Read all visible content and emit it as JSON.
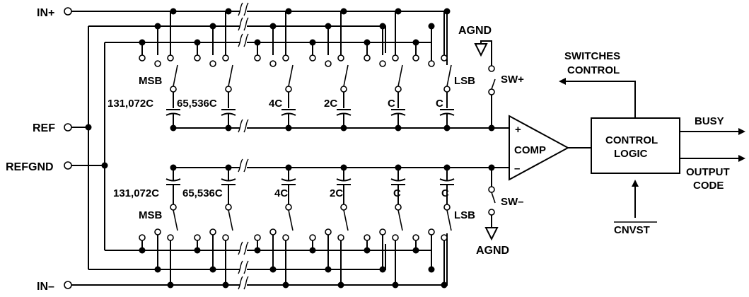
{
  "pins": {
    "in_plus": "IN+",
    "ref": "REF",
    "refgnd": "REFGND",
    "in_minus": "IN–"
  },
  "ground_top": "AGND",
  "ground_bottom": "AGND",
  "switches": {
    "sw_plus": "SW+",
    "sw_minus": "SW–",
    "msb": "MSB",
    "lsb": "LSB"
  },
  "capacitors": [
    "131,072C",
    "65,536C",
    "4C",
    "2C",
    "C",
    "C"
  ],
  "comparator": {
    "label": "COMP",
    "plus": "+",
    "minus": "–"
  },
  "control": {
    "line1": "CONTROL",
    "line2": "LOGIC"
  },
  "outputs": {
    "switches_control_1": "SWITCHES",
    "switches_control_2": "CONTROL",
    "busy": "BUSY",
    "output_code_1": "OUTPUT",
    "output_code_2": "CODE",
    "cnvst": "CNVST"
  }
}
